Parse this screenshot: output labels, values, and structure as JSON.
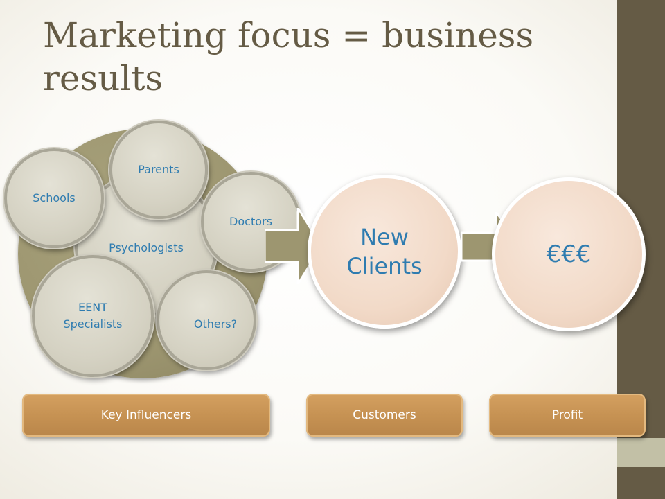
{
  "title": "Marketing focus = business results",
  "influencers": {
    "psychologists": "Psychologists",
    "others": "Others?",
    "schools": "Schools",
    "parents": "Parents",
    "doctors": "Doctors",
    "eent": "EENT Specialists"
  },
  "new_clients": "New Clients",
  "profit_symbol": "€€€",
  "labels": {
    "key_influencers": "Key Influencers",
    "customers": "Customers",
    "profit": "Profit"
  },
  "colors": {
    "sidebar": "#655b45",
    "olive_circle": "#9d9670",
    "influencer_circle": "#d5d2c3",
    "peach_circle": "#f2dac8",
    "arrow": "#9d9670",
    "label_bar": "#c59152",
    "text_blue": "#2f7cb0"
  }
}
